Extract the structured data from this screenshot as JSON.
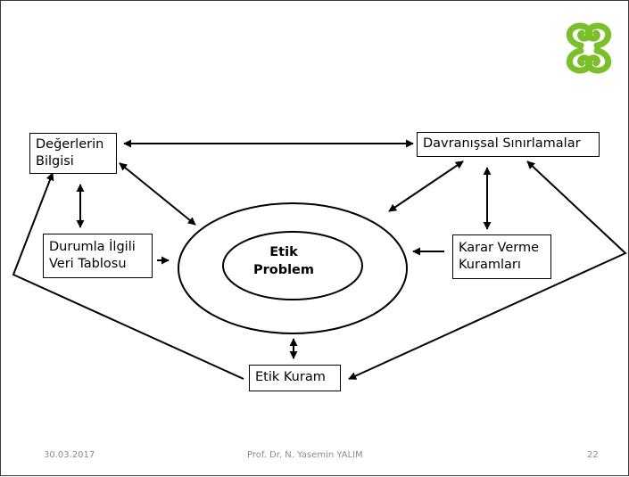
{
  "slide": {
    "logo_icon": "green-double-swirl-logo",
    "logo_color": "#7bbf2a",
    "center_label": "Etik\nProblem",
    "nodes": {
      "degerlerin_bilgisi": "Değerlerin\nBilgisi",
      "davranissal_sinirlamalar": "Davranışsal Sınırlamalar",
      "durumla_ilgili": "Durumla İlgili\nVeri Tablosu",
      "karar_verme": "Karar Verme\nKuramları",
      "etik_kuram": "Etik Kuram"
    },
    "footer": {
      "date": "30.03.2017",
      "author": "Prof. Dr. N. Yasemin YALIM",
      "page": "22"
    }
  }
}
